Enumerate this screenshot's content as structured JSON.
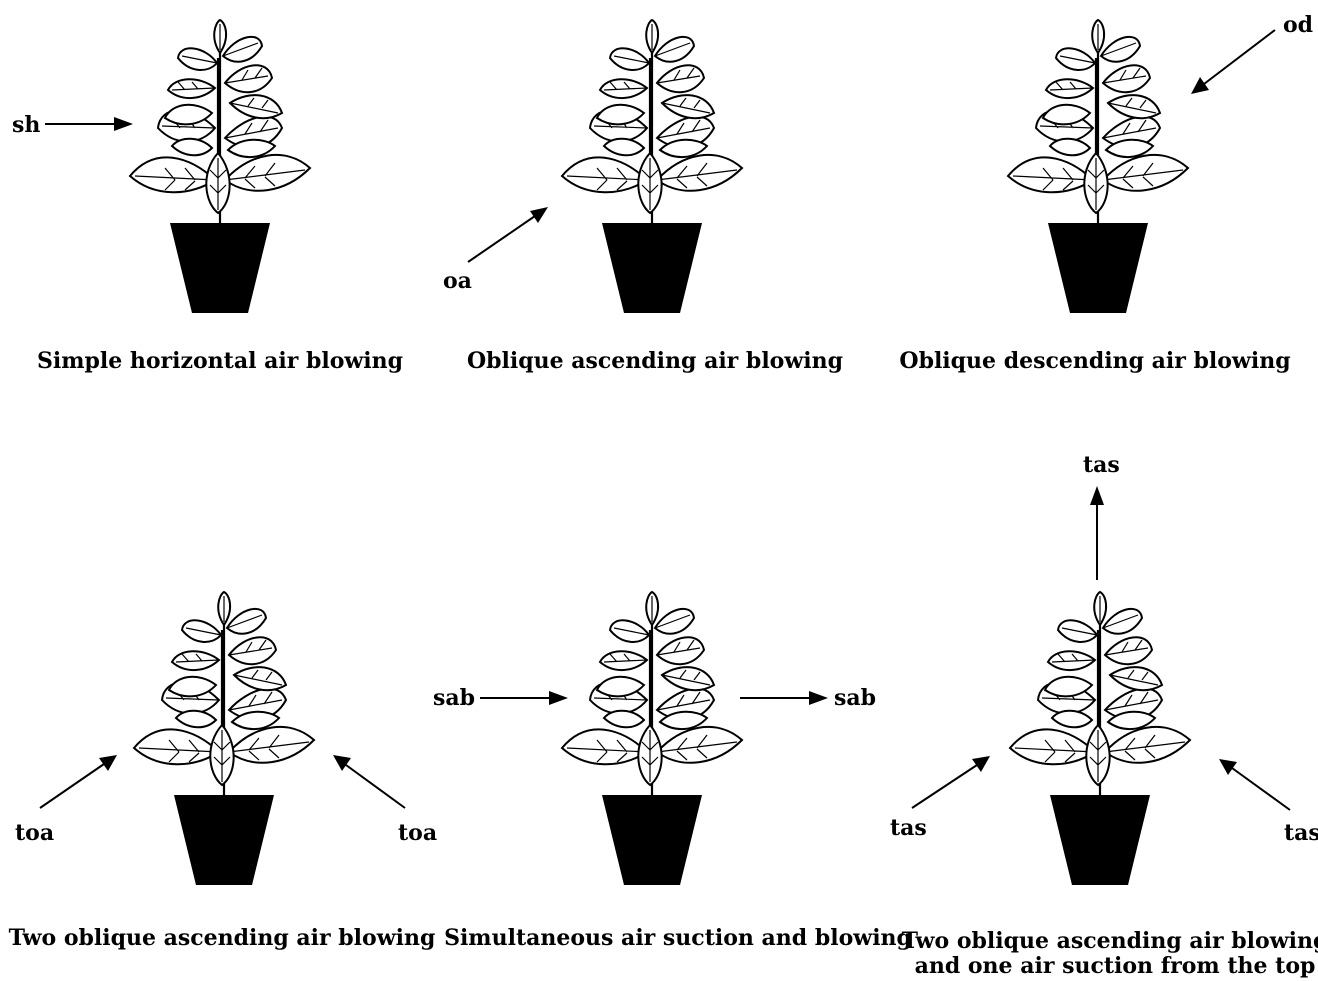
{
  "panels": [
    {
      "caption": [
        "Simple horizontal air blowing"
      ],
      "arrows": [
        {
          "label": "sh"
        }
      ]
    },
    {
      "caption": [
        "Oblique ascending air blowing"
      ],
      "arrows": [
        {
          "label": "oa"
        }
      ]
    },
    {
      "caption": [
        "Oblique descending air blowing"
      ],
      "arrows": [
        {
          "label": "od"
        }
      ]
    },
    {
      "caption": [
        "Two oblique ascending air blowing"
      ],
      "arrows": [
        {
          "label": "toa"
        },
        {
          "label": "toa"
        }
      ]
    },
    {
      "caption": [
        "Simultaneous air suction and blowing"
      ],
      "arrows": [
        {
          "label": "sab"
        },
        {
          "label": "sab"
        }
      ]
    },
    {
      "caption": [
        "Two oblique ascending air blowing",
        "and one air suction from the top"
      ],
      "arrows": [
        {
          "label": "tas"
        },
        {
          "label": "tas"
        },
        {
          "label": "tas"
        }
      ]
    }
  ],
  "colors": {
    "ink": "#000000",
    "background": "#ffffff"
  }
}
